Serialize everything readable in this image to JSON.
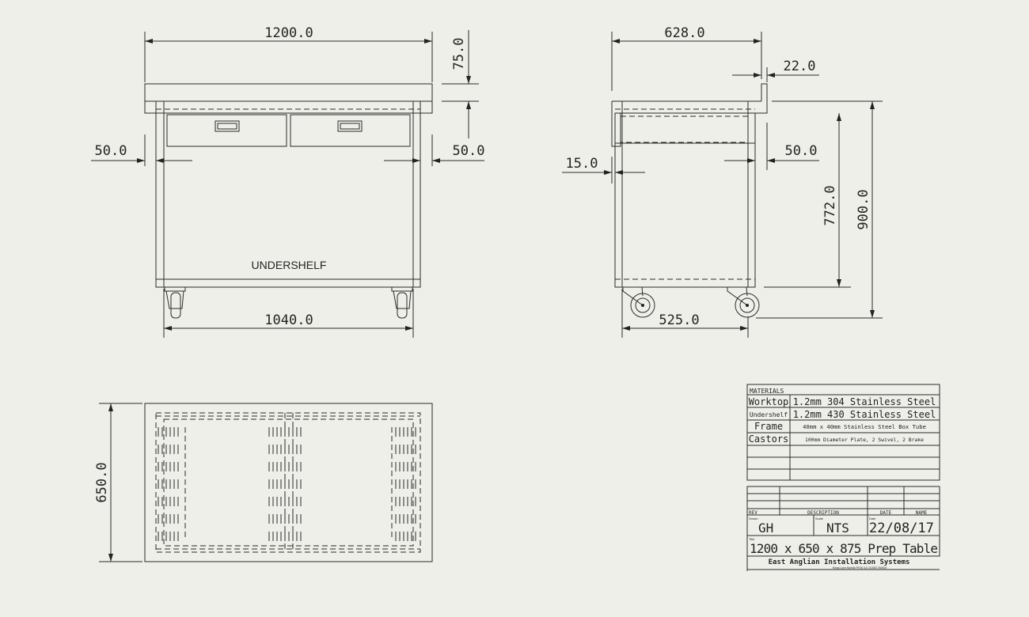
{
  "front_view": {
    "dims": {
      "width": "1200.0",
      "top": "75.0",
      "left_offset": "50.0",
      "right_offset": "50.0",
      "inner_width": "1040.0"
    },
    "label": "UNDERSHELF"
  },
  "side_view": {
    "dims": {
      "depth": "628.0",
      "upstand": "22.0",
      "front_offset": "15.0",
      "rear_offset": "50.0",
      "frame_height": "772.0",
      "overall_height": "900.0",
      "inner_depth": "525.0"
    }
  },
  "plan_view": {
    "dims": {
      "depth": "650.0"
    }
  },
  "materials": {
    "header": "MATERIALS",
    "rows": [
      {
        "part": "Worktop",
        "spec": "1.2mm 304 Stainless Steel"
      },
      {
        "part": "Undershelf",
        "spec": "1.2mm 430 Stainless Steel"
      },
      {
        "part": "Frame",
        "spec": "40mm x 40mm Stainless Steel Box Tube"
      },
      {
        "part": "Castors",
        "spec": "100mm Diameter Plate, 2 Swivel, 2 Brake"
      }
    ]
  },
  "title_block": {
    "rev_label": "REV",
    "description_label": "DESCRIPTION",
    "date_label": "DATE",
    "name_label": "NAME",
    "drawn_label": "Drawn",
    "drawn": "GH",
    "scale_label": "Scale",
    "scale": "NTS",
    "date_field_label": "Date",
    "date": "22/08/17",
    "title_label": "Title",
    "title": "1200 x 650 x 875 Prep Table",
    "company": "East Anglian Installation Systems",
    "address": "Kings Lynn  Norfolk  PE30 4JJ  01553 760000"
  }
}
